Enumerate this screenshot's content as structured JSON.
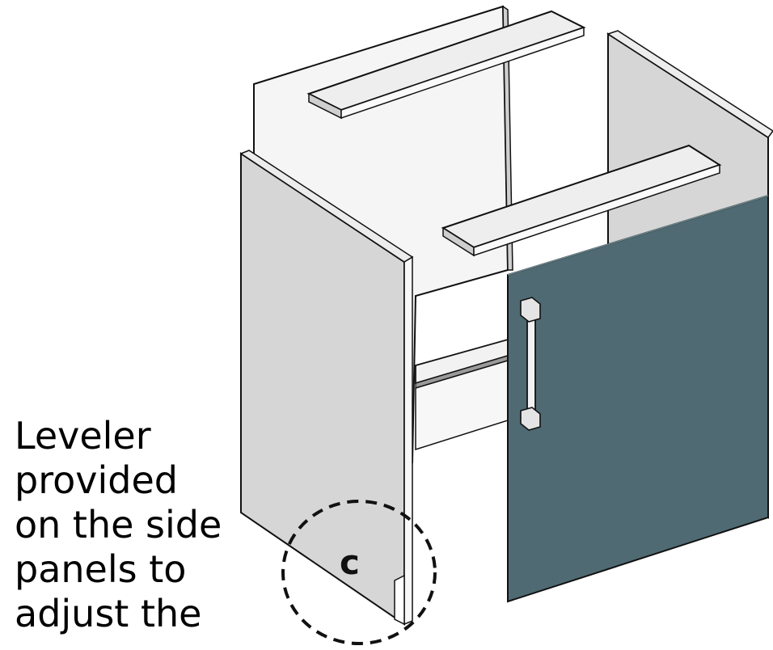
{
  "caption": {
    "lines": [
      "Leveler",
      "provided",
      "on the side",
      "panels to",
      "adjust the"
    ]
  },
  "callout": {
    "label": "c"
  },
  "colors": {
    "door": "#4f6a72",
    "side_panel": "#d4d4d4",
    "back_panel": "#f4f4f4",
    "rail": "#f0f0f0",
    "outline": "#111111"
  }
}
